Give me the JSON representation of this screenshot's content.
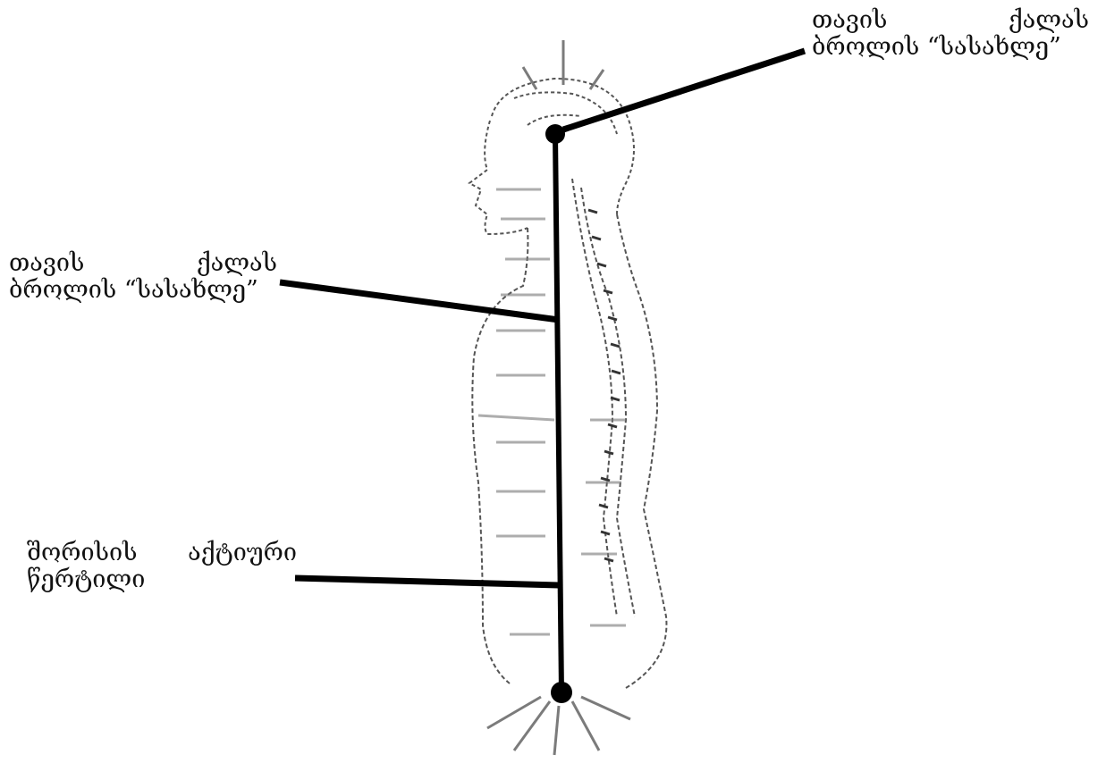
{
  "diagram": {
    "labels": [
      {
        "id": "top-right",
        "line1_left": "თავის",
        "line1_right": "ქალას",
        "line2": "ბროლის “სასახლე”"
      },
      {
        "id": "middle-left",
        "line1_left": "თავის",
        "line1_right": "ქალას",
        "line2": "ბროლის “სასახლე”"
      },
      {
        "id": "bottom-left",
        "line1_left": "შორისის",
        "line1_right": "აქტიური",
        "line2": "წერტილი"
      }
    ],
    "colors": {
      "ink": "#111111",
      "sketch": "#555555",
      "background": "#ffffff"
    }
  }
}
